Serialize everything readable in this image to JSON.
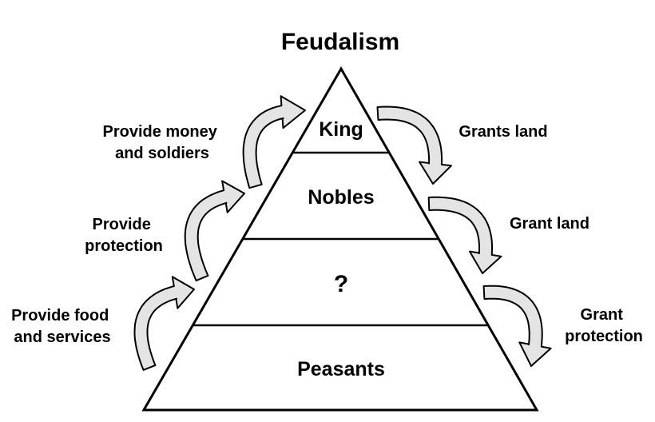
{
  "title": "Feudalism",
  "tiers": [
    {
      "id": "king",
      "label": "King"
    },
    {
      "id": "nobles",
      "label": "Nobles"
    },
    {
      "id": "unknown",
      "label": "?"
    },
    {
      "id": "peasants",
      "label": "Peasants"
    }
  ],
  "left_labels": [
    {
      "lines": [
        "Provide money",
        "and soldiers"
      ]
    },
    {
      "lines": [
        "Provide",
        "protection"
      ]
    },
    {
      "lines": [
        "Provide food",
        "and services"
      ]
    }
  ],
  "right_labels": [
    {
      "lines": [
        "Grants land"
      ]
    },
    {
      "lines": [
        "Grant land"
      ]
    },
    {
      "lines": [
        "Grant",
        "protection"
      ]
    }
  ],
  "colors": {
    "arrow_fill": "#e4e4e4",
    "stroke": "#000000",
    "background": "#ffffff"
  },
  "icons": {
    "up_arrows": "curved-up-arrow-icon",
    "down_arrows": "curved-down-arrow-icon"
  }
}
